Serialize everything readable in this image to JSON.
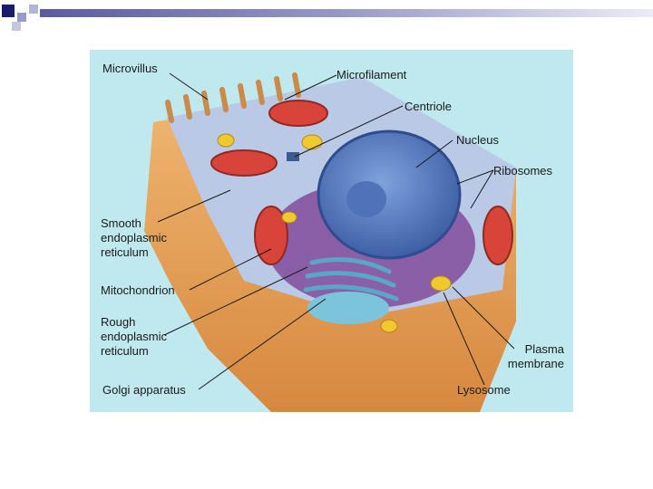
{
  "colors": {
    "background": "#ffffff",
    "diagram_background": "#bfe9ee",
    "slide_bar": "#6f6fae",
    "cell_body": "#e7a25a",
    "cytoplasm": "#b9c9e6",
    "nucleus": "#5a7fc0",
    "mitochondrion": "#d9443a",
    "golgi": "#5aa6c8",
    "rough_er": "#8a5fa8",
    "lysosome": "#f0c830"
  },
  "labels": {
    "microvillus": "Microvillus",
    "microfilament": "Microfilament",
    "centriole": "Centriole",
    "nucleus": "Nucleus",
    "ribosomes": "Ribosomes",
    "smooth_er": "Smooth endoplasmic reticulum",
    "mitochondrion": "Mitochondrion",
    "rough_er": "Rough endoplasmic reticulum",
    "golgi": "Golgi apparatus",
    "plasma_membrane": "Plasma membrane",
    "lysosome": "Lysosome"
  }
}
